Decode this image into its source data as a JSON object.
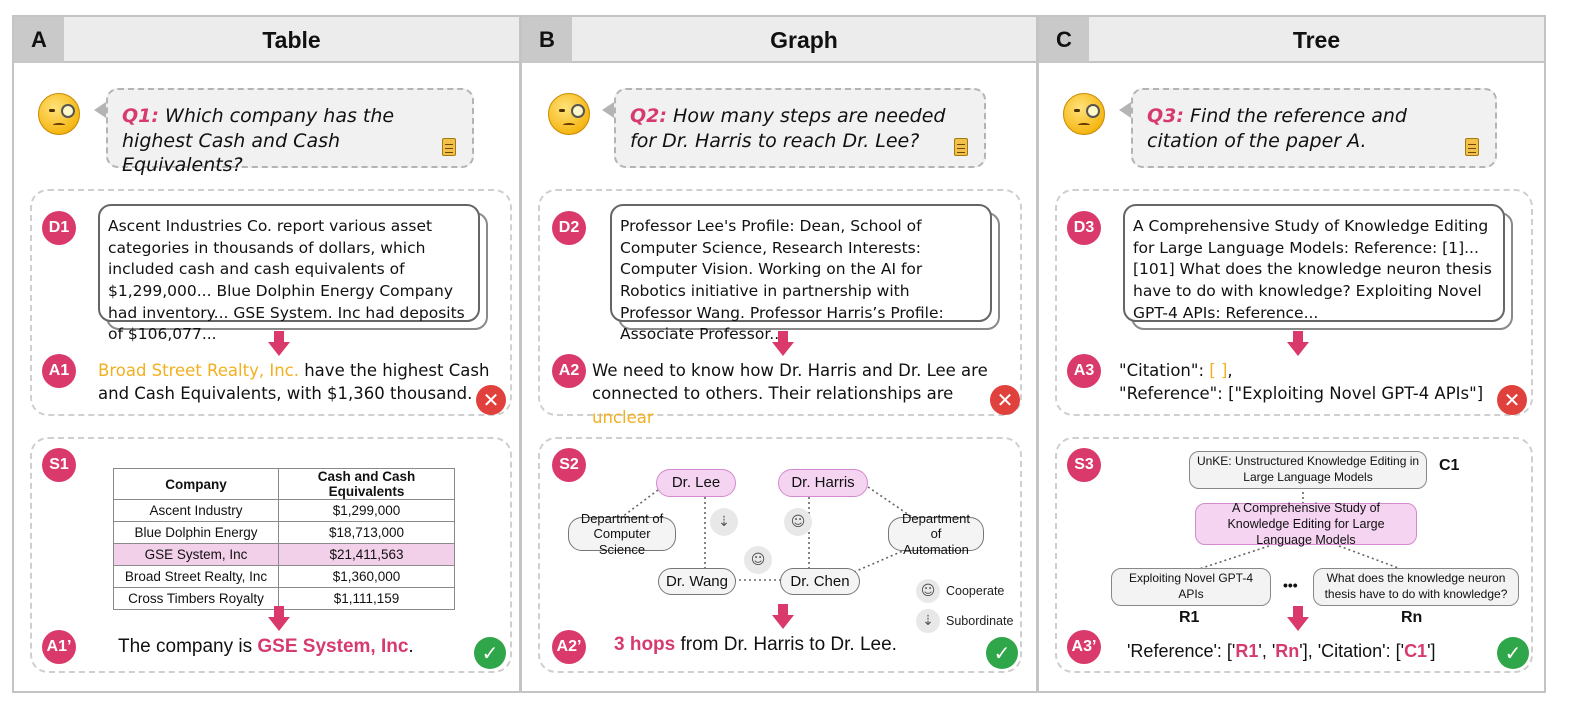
{
  "panels": {
    "a": {
      "letter": "A",
      "title": "Table"
    },
    "b": {
      "letter": "B",
      "title": "Graph"
    },
    "c": {
      "letter": "C",
      "title": "Tree"
    }
  },
  "questions": {
    "q1": {
      "label": "Q1:",
      "text": "Which company has the highest Cash and Cash Equivalents?"
    },
    "q2": {
      "label": "Q2:",
      "text": "How many steps are needed for Dr. Harris to reach Dr. Lee?"
    },
    "q3": {
      "label": "Q3:",
      "text": "Find the reference and citation of the paper A."
    }
  },
  "badges": {
    "d1": "D1",
    "a1": "A1",
    "s1": "S1",
    "a1p": "A1’",
    "d2": "D2",
    "a2": "A2",
    "s2": "S2",
    "a2p": "A2’",
    "d3": "D3",
    "a3": "A3",
    "s3": "S3",
    "a3p": "A3’"
  },
  "documents": {
    "d1": "Ascent Industries Co. report various asset categories in thousands of dollars, which included cash and cash equivalents of $1,299,000... Blue Dolphin Energy Company had inventory... GSE System. Inc had deposits of $106,077...",
    "d2": "Professor Lee's Profile: Dean, School of Computer Science, Research Interests: Computer Vision. Working on the AI for Robotics initiative in partnership with Professor Wang. Professor Harris’s Profile: Associate Professor...",
    "d3": "A Comprehensive Study of Knowledge Editing for Large Language Models: Reference: [1]...[101] What does the knowledge neuron thesis have to do with knowledge? Exploiting Novel GPT-4 APIs: Reference..."
  },
  "answers": {
    "a1": {
      "highlight": "Broad Street Realty, Inc.",
      "rest": " have the highest Cash and Cash Equivalents, with $1,360 thousand."
    },
    "a2": {
      "text": "We need to know how Dr. Harris and Dr. Lee are connected to others. Their relationships are ",
      "highlight": "unclear"
    },
    "a3": {
      "line1_pre": "\"Citation\": ",
      "line1_hl": "[ ]",
      "line1_post": ",",
      "line2": "\"Reference\": [\"Exploiting Novel GPT-4 APIs\"]"
    }
  },
  "table": {
    "headers": [
      "Company",
      "Cash and Cash Equivalents"
    ],
    "rows": [
      [
        "Ascent Industry",
        "$1,299,000"
      ],
      [
        "Blue Dolphin Energy",
        "$18,713,000"
      ],
      [
        "GSE System, Inc",
        "$21,411,563"
      ],
      [
        "Broad Street Realty, Inc",
        "$1,360,000"
      ],
      [
        "Cross Timbers Royalty",
        "$1,111,159"
      ]
    ],
    "highlighted_row": 2
  },
  "final_answers": {
    "a1p": {
      "pre": "The company is ",
      "hl": "GSE System, Inc",
      "post": "."
    },
    "a2p": {
      "hl": "3 hops",
      "post": " from Dr. Harris to Dr. Lee."
    },
    "a3p": {
      "p1": "'Reference': ['",
      "r1": "R1",
      "p2": "', '",
      "rn": "Rn",
      "p3": "'], 'Citation': ['",
      "c1": "C1",
      "p4": "']"
    }
  },
  "graph": {
    "nodes": {
      "lee": "Dr. Lee",
      "harris": "Dr. Harris",
      "wang": "Dr. Wang",
      "chen": "Dr. Chen",
      "dept_cs": "Department of Computer Science",
      "dept_auto": "Department of Automation"
    },
    "legend": {
      "cooperate": "Cooperate",
      "subordinate": "Subordinate"
    }
  },
  "tree": {
    "c1_text": "UnKE: Unstructured Knowledge Editing in Large Language Models",
    "c1_label": "C1",
    "center_text": "A Comprehensive Study of Knowledge Editing for Large Language Models",
    "r1_text": "Exploiting Novel GPT-4 APIs",
    "r1_label": "R1",
    "ellipsis": "•••",
    "rn_text": "What does the knowledge neuron thesis have to do with knowledge?",
    "rn_label": "Rn"
  },
  "colors": {
    "accent": "#d93a6b",
    "wrong_highlight": "#f2b01e",
    "table_highlight": "#f3d0ea",
    "correct": "#2fa64a",
    "incorrect": "#e0413d"
  },
  "icons": {
    "asker": "monocle-face-icon",
    "doc": "document-icon",
    "wrong": "x-mark-icon",
    "right": "check-mark-icon",
    "cooperate": "people-icon",
    "subordinate": "person-arrow-icon"
  }
}
